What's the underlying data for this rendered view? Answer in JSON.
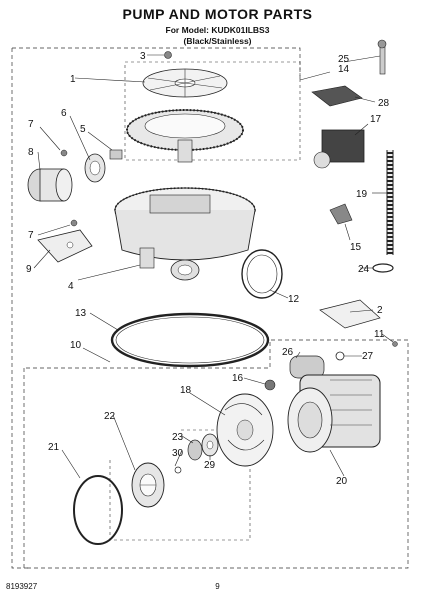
{
  "header": {
    "title": "PUMP AND MOTOR PARTS",
    "model_line": "For Model: KUDK01ILBS3",
    "variant": "(Black/Stainless)"
  },
  "footer": {
    "part_code": "8193927",
    "page_number": "9"
  },
  "callouts": [
    "1",
    "2",
    "3",
    "4",
    "5",
    "6",
    "7",
    "7",
    "8",
    "9",
    "10",
    "11",
    "12",
    "13",
    "14",
    "15",
    "16",
    "17",
    "18",
    "19",
    "20",
    "21",
    "22",
    "23",
    "24",
    "25",
    "26",
    "27",
    "28",
    "29",
    "30"
  ],
  "colors": {
    "line": "#222222",
    "fill": "#f2f2f2",
    "dark": "#444444"
  }
}
